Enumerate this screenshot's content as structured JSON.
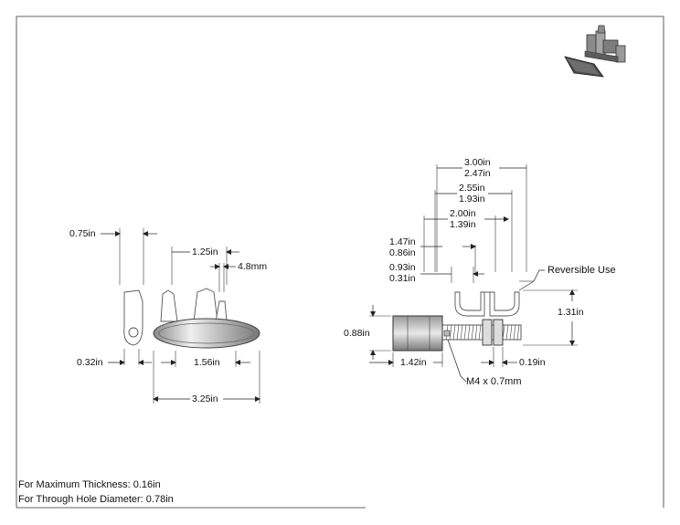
{
  "left_view": {
    "dims": {
      "top_width": "0.75in",
      "mid_width": "1.25in",
      "slot": "4.8mm",
      "bottom_left": "0.32in",
      "bottom_mid": "1.56in",
      "overall": "3.25in"
    }
  },
  "right_view": {
    "dims": {
      "d1_top": "3.00in",
      "d1_bottom": "2.47in",
      "d2_top": "2.55in",
      "d2_bottom": "1.93in",
      "d3_top": "2.00in",
      "d3_bottom": "1.39in",
      "d4_top": "1.47in",
      "d4_bottom": "0.86in",
      "d5_top": "0.93in",
      "d5_bottom": "0.31in",
      "height_right": "1.31in",
      "height_left": "0.88in",
      "length_body": "1.42in",
      "nut_width": "0.19in"
    },
    "labels": {
      "reversible": "Reversible Use",
      "thread": "M4 x 0.7mm"
    }
  },
  "notes": {
    "max_thickness": "For Maximum Thickness: 0.16in",
    "through_hole": "For Through Hole Diameter: 0.78in"
  }
}
